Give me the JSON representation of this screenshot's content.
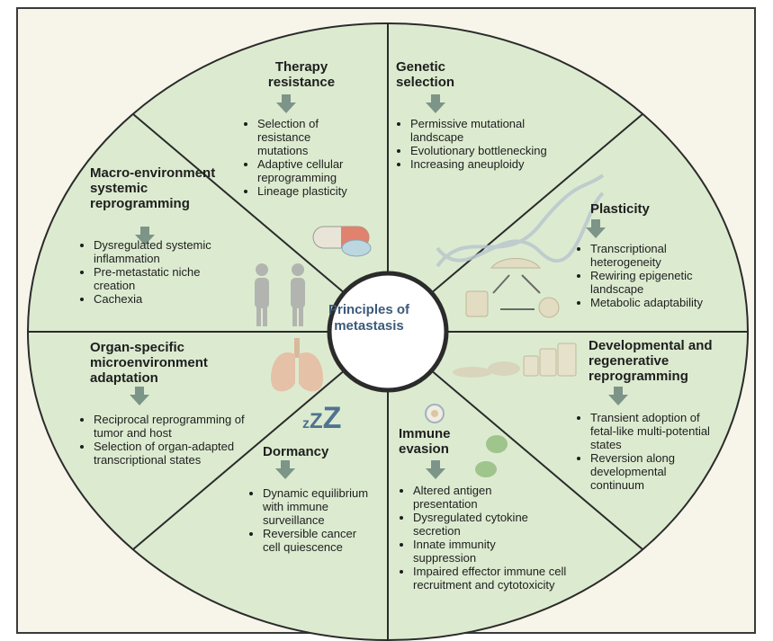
{
  "center": {
    "title": "Principles of metastasis"
  },
  "sectors": [
    {
      "id": "therapy",
      "title": "Therapy resistance",
      "items": [
        "Selection of resistance mutations",
        "Adaptive cellular reprogramming",
        "Lineage plasticity"
      ]
    },
    {
      "id": "genetic",
      "title": "Genetic selection",
      "items": [
        "Permissive mutational landscape",
        "Evolutionary bottlenecking",
        "Increasing aneuploidy"
      ]
    },
    {
      "id": "plasticity",
      "title": "Plasticity",
      "items": [
        "Transcriptional heterogeneity",
        "Rewiring epigenetic landscape",
        "Metabolic adaptability"
      ]
    },
    {
      "id": "developmental",
      "title": "Developmental and regenerative reprogramming",
      "items": [
        "Transient adoption of fetal-like multi-potential states",
        "Reversion along developmental continuum"
      ]
    },
    {
      "id": "immune",
      "title": "Immune evasion",
      "items": [
        "Altered antigen presentation",
        "Dysregulated cytokine secretion",
        "Innate immunity suppression",
        "Impaired effector immune cell recruitment and cytotoxicity"
      ]
    },
    {
      "id": "dormancy",
      "title": "Dormancy",
      "items": [
        "Dynamic equilibrium with immune surveillance",
        "Reversible cancer cell quiescence"
      ]
    },
    {
      "id": "organ",
      "title": "Organ-specific microenvironment adaptation",
      "items": [
        "Reciprocal reprogramming of tumor and host",
        "Selection of organ-adapted transcriptional states"
      ]
    },
    {
      "id": "macro",
      "title": "Macro-environment systemic reprogramming",
      "items": [
        "Dysregulated systemic inflammation",
        "Pre-metastatic niche creation",
        "Cachexia"
      ]
    }
  ],
  "dormancy_glyph": "zZZ",
  "colors": {
    "sector_fill": "#dcebd0",
    "outline": "#2b2b2b",
    "arrow": "#7d9488",
    "center_text": "#3c5a7a",
    "background": "#f7f5ea"
  }
}
